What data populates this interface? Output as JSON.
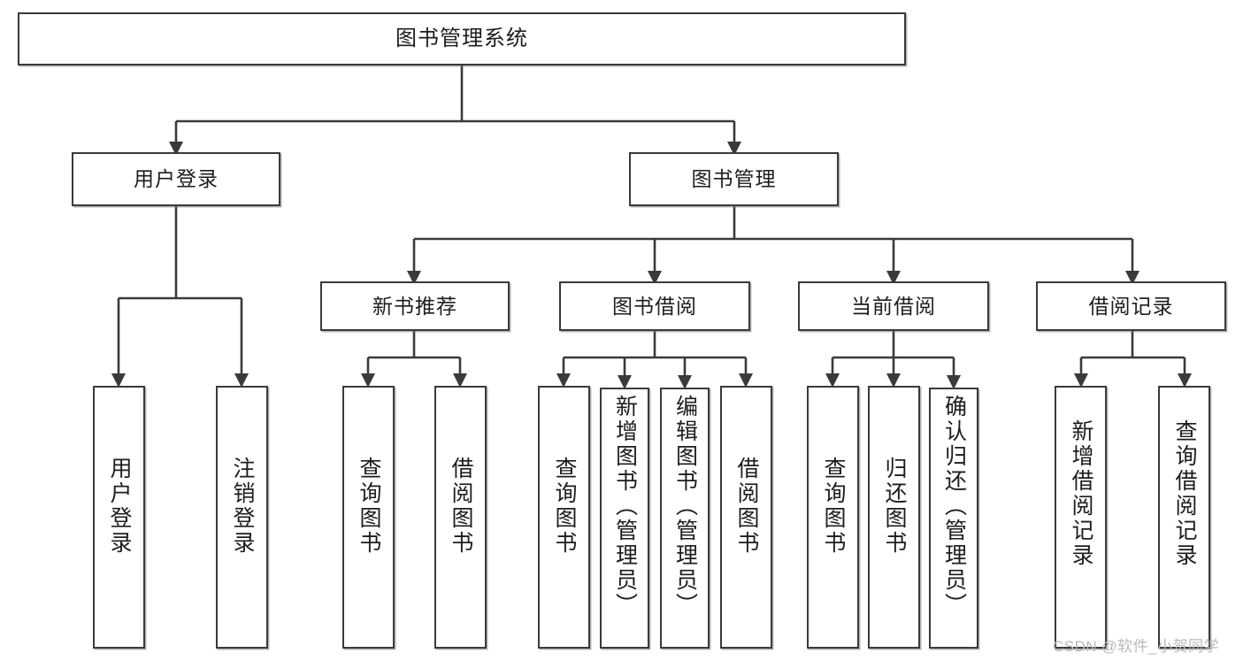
{
  "diagram": {
    "title": "图书管理系统",
    "type": "hierarchy-tree",
    "watermark": "CSDN @软件_小贺同学",
    "accent_border_color": "#3a3a3a",
    "background_color": "#ffffff",
    "nodes": {
      "root": {
        "label": "图书管理系统"
      },
      "level2": [
        {
          "id": "user-login",
          "label": "用户登录"
        },
        {
          "id": "book-manage",
          "label": "图书管理"
        }
      ],
      "level3": [
        {
          "id": "new-book-recommend",
          "label": "新书推荐"
        },
        {
          "id": "book-borrow",
          "label": "图书借阅"
        },
        {
          "id": "current-borrow",
          "label": "当前借阅"
        },
        {
          "id": "borrow-record",
          "label": "借阅记录"
        }
      ],
      "leaves": [
        {
          "id": "leaf-user-login",
          "label": "用户登录",
          "parent": "user-login"
        },
        {
          "id": "leaf-logout-login",
          "label": "注销登录",
          "parent": "user-login"
        },
        {
          "id": "leaf-query-book-1",
          "label": "查询图书",
          "parent": "new-book-recommend"
        },
        {
          "id": "leaf-borrow-book-1",
          "label": "借阅图书",
          "parent": "new-book-recommend"
        },
        {
          "id": "leaf-query-book-2",
          "label": "查询图书",
          "parent": "book-borrow"
        },
        {
          "id": "leaf-add-book",
          "label": "新增图书（管理员）",
          "parent": "book-borrow"
        },
        {
          "id": "leaf-edit-book",
          "label": "编辑图书（管理员）",
          "parent": "book-borrow"
        },
        {
          "id": "leaf-borrow-book-2",
          "label": "借阅图书",
          "parent": "book-borrow"
        },
        {
          "id": "leaf-query-book-3",
          "label": "查询图书",
          "parent": "current-borrow"
        },
        {
          "id": "leaf-return-book",
          "label": "归还图书",
          "parent": "current-borrow"
        },
        {
          "id": "leaf-confirm-return",
          "label": "确认归还（管理员）",
          "parent": "current-borrow"
        },
        {
          "id": "leaf-add-record",
          "label": "新增借阅记录",
          "parent": "borrow-record"
        },
        {
          "id": "leaf-query-record",
          "label": "查询借阅记录",
          "parent": "borrow-record"
        }
      ]
    }
  }
}
